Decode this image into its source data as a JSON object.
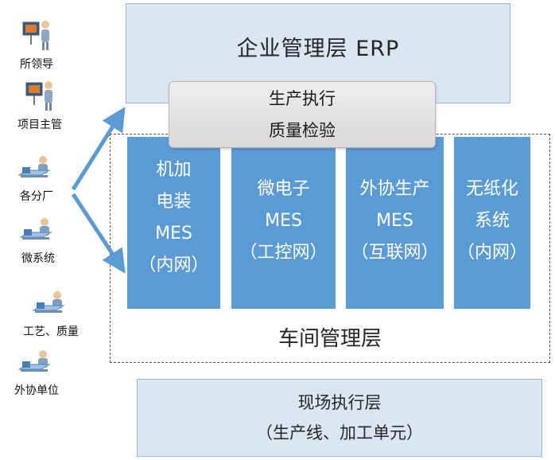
{
  "erp": {
    "title": "企业管理层   ERP"
  },
  "exec": {
    "line1": "生产执行",
    "line2": "质量检验"
  },
  "workshop": {
    "title": "车间管理层"
  },
  "columns": [
    {
      "lines": [
        "机加",
        "电装",
        "MES",
        "（内网）"
      ]
    },
    {
      "lines": [
        "微电子",
        "MES",
        "（工控网）"
      ]
    },
    {
      "lines": [
        "外协生产",
        "MES",
        "（互联网）"
      ]
    },
    {
      "lines": [
        "无纸化",
        "系统",
        "（内网）"
      ]
    }
  ],
  "field": {
    "line1": "现场执行层",
    "line2": "（生产线、加工单元）"
  },
  "roles": [
    {
      "label": "所领导",
      "icon": "presenter-icon"
    },
    {
      "label": "项目主管",
      "icon": "presenter-icon"
    },
    {
      "label": "各分厂",
      "icon": "desk-worker-icon"
    },
    {
      "label": "微系统",
      "icon": "desk-worker-icon"
    },
    {
      "label": "工艺、质量",
      "icon": "desk-worker-icon"
    },
    {
      "label": "外协单位",
      "icon": "desk-worker-icon"
    }
  ],
  "colors": {
    "layer_fill": "#dbe6f3",
    "module_fill": "#5b9bd5",
    "arrow": "#5b9bd5"
  }
}
